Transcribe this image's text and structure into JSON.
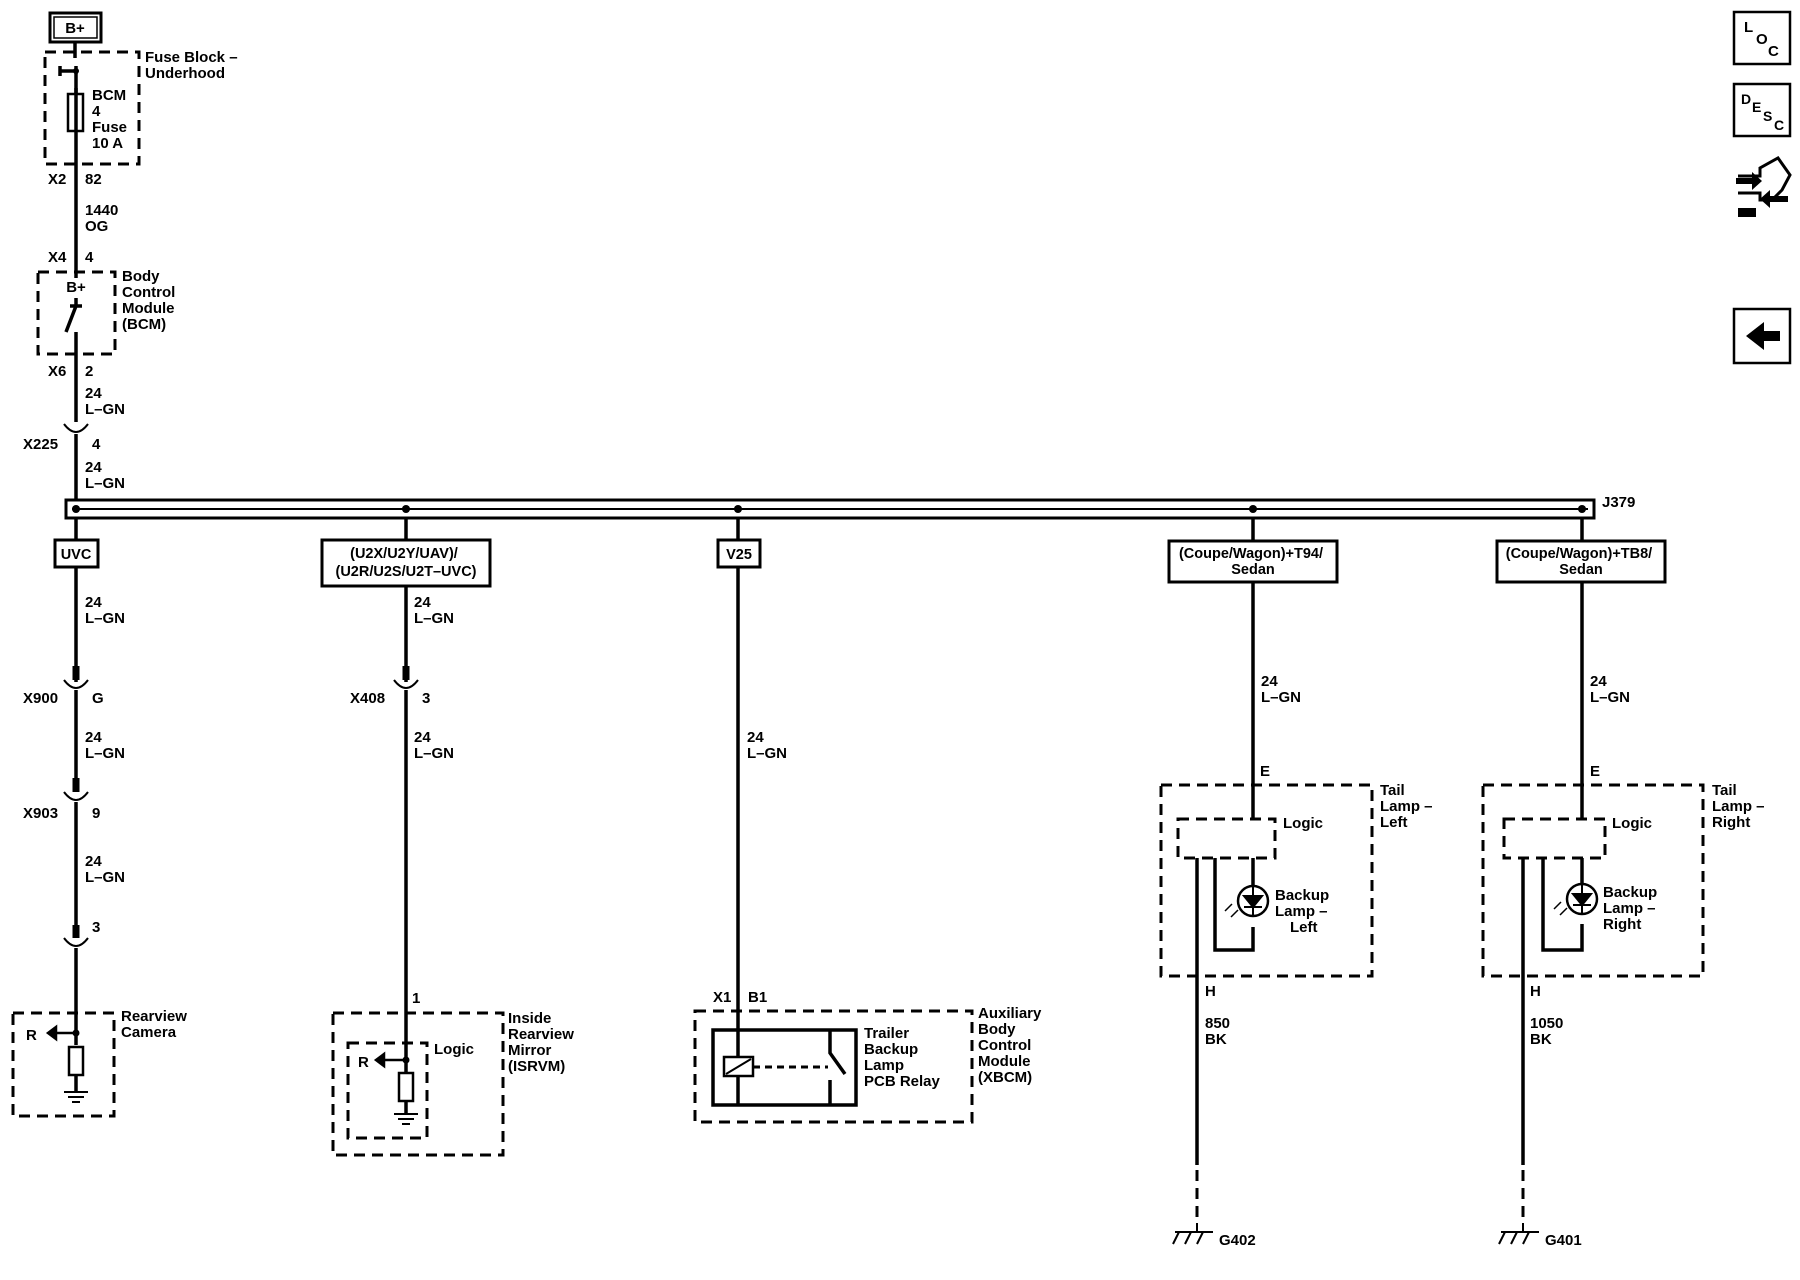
{
  "power": {
    "label": "B+"
  },
  "fuse_block": {
    "name": [
      "Fuse Block –",
      "Underhood"
    ],
    "fuse": [
      "BCM",
      "4",
      "Fuse",
      "10 A"
    ],
    "connector": "X2",
    "pin": "82"
  },
  "wire_1": {
    "circuit": "1440",
    "color": "OG"
  },
  "bcm": {
    "connector_in": "X4",
    "pin_in": "4",
    "supply": "B+",
    "name": [
      "Body",
      "Control",
      "Module",
      "(BCM)"
    ],
    "connector_out": "X6",
    "pin_out": "2"
  },
  "wire_2": {
    "circuit": "24",
    "color": "L–GN"
  },
  "x225": {
    "connector": "X225",
    "pin": "4"
  },
  "wire_3": {
    "circuit": "24",
    "color": "L–GN"
  },
  "splice": {
    "label": "J379"
  },
  "branches": [
    {
      "option": [
        "UVC"
      ],
      "wire_a": {
        "circuit": "24",
        "color": "L–GN"
      },
      "connector_1": {
        "connector": "X900",
        "pin": "G"
      },
      "wire_b": {
        "circuit": "24",
        "color": "L–GN"
      },
      "connector_2": {
        "connector": "X903",
        "pin": "9"
      },
      "wire_c": {
        "circuit": "24",
        "color": "L–GN"
      },
      "connector_3": {
        "pin": "3"
      },
      "component": {
        "name": [
          "Rearview",
          "Camera"
        ],
        "terminal": "R"
      }
    },
    {
      "option": [
        "(U2X/U2Y/UAV)/",
        "(U2R/U2S/U2T–UVC)"
      ],
      "wire_a": {
        "circuit": "24",
        "color": "L–GN"
      },
      "connector_1": {
        "connector": "X408",
        "pin": "3"
      },
      "wire_b": {
        "circuit": "24",
        "color": "L–GN"
      },
      "component": {
        "pin": "1",
        "name": [
          "Inside",
          "Rearview",
          "Mirror",
          "(ISRVM)"
        ],
        "terminal": "R",
        "inner": "Logic"
      }
    },
    {
      "option": [
        "V25"
      ],
      "wire_a": {
        "circuit": "24",
        "color": "L–GN"
      },
      "component": {
        "connector": "X1",
        "pin": "B1",
        "name": [
          "Auxiliary",
          "Body",
          "Control",
          "Module",
          "(XBCM)"
        ],
        "inner": [
          "Trailer",
          "Backup",
          "Lamp",
          "PCB Relay"
        ]
      }
    },
    {
      "option": [
        "(Coupe/Wagon)+T94/",
        "Sedan"
      ],
      "wire_a": {
        "circuit": "24",
        "color": "L–GN"
      },
      "component": {
        "pin_in": "E",
        "name": [
          "Tail",
          "Lamp –",
          "Left"
        ],
        "inner": "Logic",
        "lamp": [
          "Backup",
          "Lamp –",
          "Left"
        ],
        "pin_out": "H"
      },
      "ground_wire": {
        "circuit": "850",
        "color": "BK"
      },
      "ground": "G402"
    },
    {
      "option": [
        "(Coupe/Wagon)+TB8/",
        "Sedan"
      ],
      "wire_a": {
        "circuit": "24",
        "color": "L–GN"
      },
      "component": {
        "pin_in": "E",
        "name": [
          "Tail",
          "Lamp –",
          "Right"
        ],
        "inner": "Logic",
        "lamp": [
          "Backup",
          "Lamp –",
          "Right"
        ],
        "pin_out": "H"
      },
      "ground_wire": {
        "circuit": "1050",
        "color": "BK"
      },
      "ground": "G401"
    }
  ],
  "nav": {
    "loc": [
      "L",
      "O",
      "C"
    ],
    "desc": [
      "D",
      "E",
      "S",
      "C"
    ],
    "connector_icon": "connector-end-view-icon",
    "back_icon": "back-arrow-icon"
  }
}
